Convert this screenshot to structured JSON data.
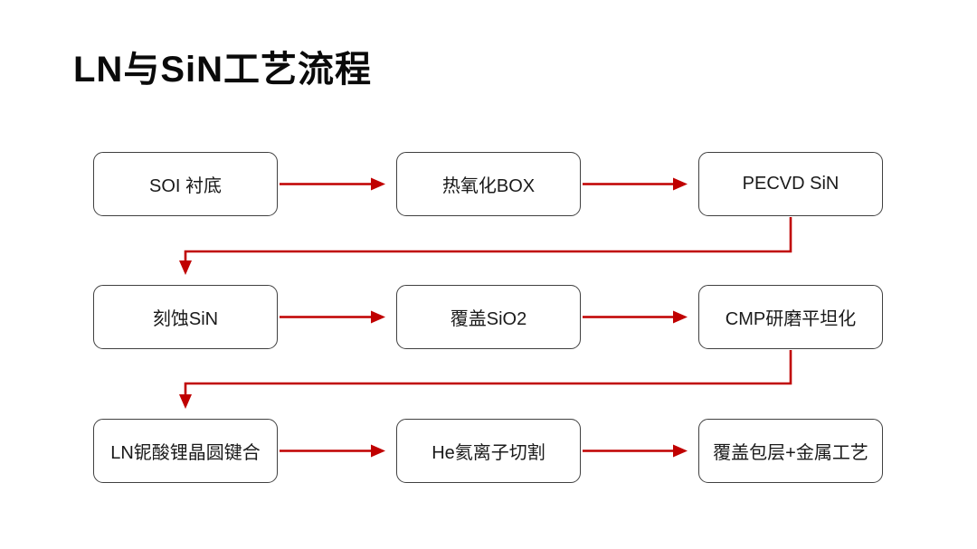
{
  "slide": {
    "title": "LN与SiN工艺流程"
  },
  "colors": {
    "arrow": "#C00000",
    "box_border": "#404040",
    "box_fill": "#FFFFFF",
    "background": "#FFFFFF",
    "text": "#1A1A1A",
    "title_color": "#0A0A0A"
  },
  "flow": {
    "rows": [
      {
        "steps": [
          {
            "label": "SOI 衬底"
          },
          {
            "label": "热氧化BOX"
          },
          {
            "label": "PECVD SiN"
          }
        ]
      },
      {
        "steps": [
          {
            "label": "刻蚀SiN"
          },
          {
            "label": "覆盖SiO2"
          },
          {
            "label": "CMP研磨平坦化"
          }
        ]
      },
      {
        "steps": [
          {
            "label": "LN铌酸锂晶圆键合"
          },
          {
            "label": "He氦离子切割"
          },
          {
            "label": "覆盖包层+金属工艺"
          }
        ]
      }
    ]
  }
}
